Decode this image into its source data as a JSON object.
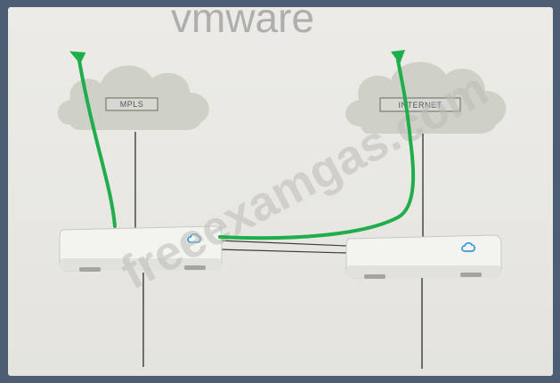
{
  "brand": {
    "logo_text": "vmware"
  },
  "clouds": {
    "left_label": "MPLS",
    "right_label": "INTERNET"
  },
  "watermark": {
    "text": "freeexamgas.com"
  },
  "colors": {
    "frame": "#4d5e74",
    "background": "#ecebe6",
    "cloud": "#cfd0c8",
    "path": "#1fae4b",
    "device": "#f2f2ef",
    "device_icon": "#3a9bd5"
  }
}
